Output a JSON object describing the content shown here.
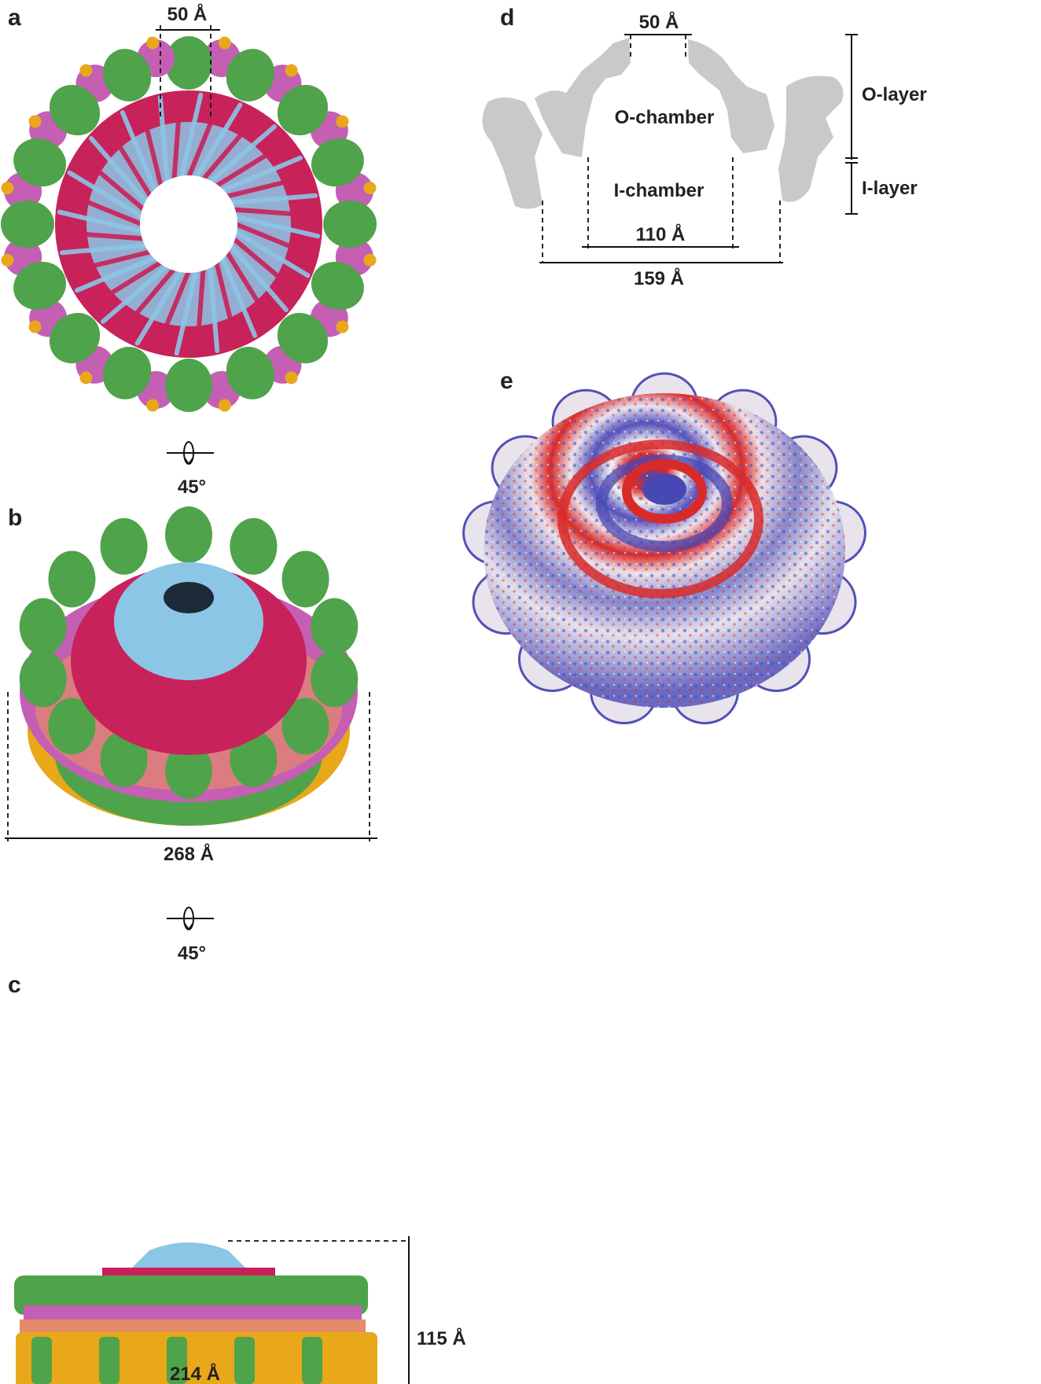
{
  "panels": {
    "a": "a",
    "b": "b",
    "c": "c",
    "d": "d",
    "e": "e"
  },
  "measurements": {
    "a_pore": "50 Å",
    "b_width": "268 Å",
    "c_width": "214 Å",
    "c_height": "115 Å",
    "d_pore": "50 Å",
    "d_inner": "110 Å",
    "d_outer": "159 Å"
  },
  "rotations": {
    "first": "45°",
    "second": "45°"
  },
  "section_labels": {
    "o_chamber": "O-chamber",
    "i_chamber": "I-chamber",
    "o_layer": "O-layer",
    "i_layer": "I-layer"
  },
  "colors": {
    "green": "#4fa34a",
    "magenta": "#c45fb4",
    "orange": "#e8a81a",
    "crimson": "#c8225a",
    "light_blue": "#8cc6e6",
    "salmon": "#e58a6a",
    "section_gray": "#c9c9c9",
    "electro_red": "#d92a2a",
    "electro_blue": "#4848b4"
  }
}
